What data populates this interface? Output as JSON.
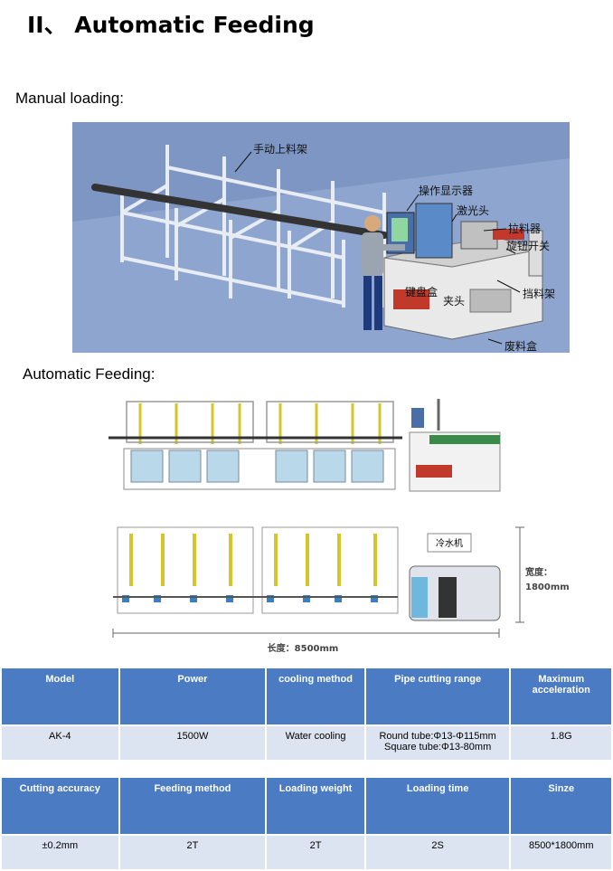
{
  "section_title": "II、 Automatic Feeding",
  "manual_loading_label": "Manual loading:",
  "automatic_feeding_label": "Automatic Feeding:",
  "manual_figure": {
    "callouts": {
      "manual_rack": "手动上料架",
      "display": "操作显示器",
      "laser_head": "激光头",
      "puller": "拉料器",
      "knob_switch": "旋钮开关",
      "keyboard_box": "键盘盒",
      "chuck": "夹头",
      "stopper_rack": "挡料架",
      "waste_box": "废料盒"
    }
  },
  "auto_figure": {
    "chiller_label": "冷水机",
    "width_label": "宽度：",
    "width_value": "1800mm",
    "length_label": "长度：8500mm"
  },
  "spec_table_1": {
    "headers": [
      "Model",
      "Power",
      "cooling method",
      "Pipe cutting range",
      "Maximum acceleration"
    ],
    "values": [
      "AK-4",
      "1500W",
      "Water cooling",
      "Round tube:Φ13-Φ115mm",
      "1.8G"
    ],
    "values_extra": "Square tube:Φ13-80mm"
  },
  "spec_table_2": {
    "headers": [
      "Cutting accuracy",
      "Feeding method",
      "Loading weight",
      "Loading time",
      "Sinze"
    ],
    "values": [
      "±0.2mm",
      "2T",
      "2T",
      "2S",
      "8500*1800mm"
    ]
  },
  "colors": {
    "table_header": "#4a7bc3",
    "table_cell": "#dbe4f0",
    "figure_bg": "#7d96c4"
  }
}
